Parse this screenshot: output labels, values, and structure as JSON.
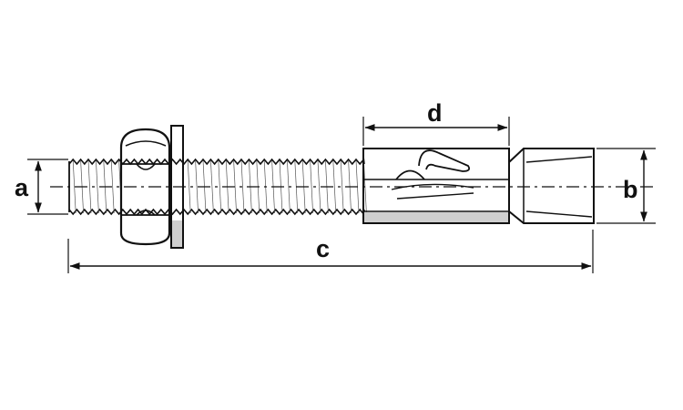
{
  "dimensions": {
    "a": "a",
    "b": "b",
    "c": "c",
    "d": "d"
  },
  "colors": {
    "ink": "#111111",
    "background": "#ffffff",
    "part_fill": "#ffffff",
    "shade": "#cfcfcf"
  }
}
